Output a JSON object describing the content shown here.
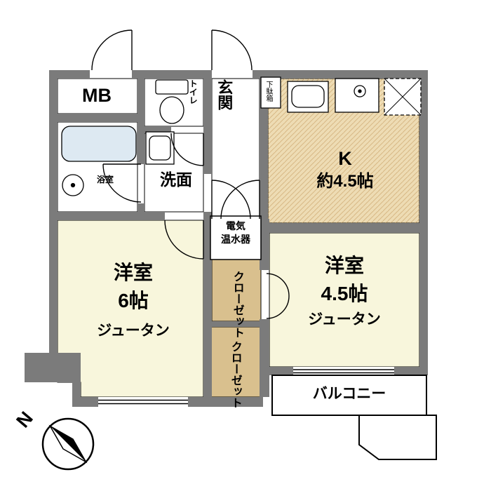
{
  "floorplan": {
    "labels": {
      "mb": "MB",
      "toilet": "トイレ",
      "entrance": "玄関",
      "shoe_box": "下駄箱",
      "kitchen_name": "K",
      "kitchen_size": "約4.5帖",
      "bathroom": "浴室",
      "washroom": "洗面",
      "water_heater_1": "電気",
      "water_heater_2": "温水器",
      "room6_name": "洋室",
      "room6_size": "6帖",
      "room6_floor": "ジュータン",
      "closet_upper": "クローゼット",
      "closet_lower": "クローゼット",
      "room45_name": "洋室",
      "room45_size": "4.5帖",
      "room45_floor": "ジュータン",
      "balcony": "バルコニー",
      "compass_north": "N"
    },
    "colors": {
      "wall": "#7b7b7b",
      "kitchen_floor": "#eedcb4",
      "room_floor": "#f8f6dc",
      "closet": "#d9c08e",
      "bathtub": "#dde9f2",
      "outline": "#000000",
      "background": "#ffffff"
    }
  }
}
